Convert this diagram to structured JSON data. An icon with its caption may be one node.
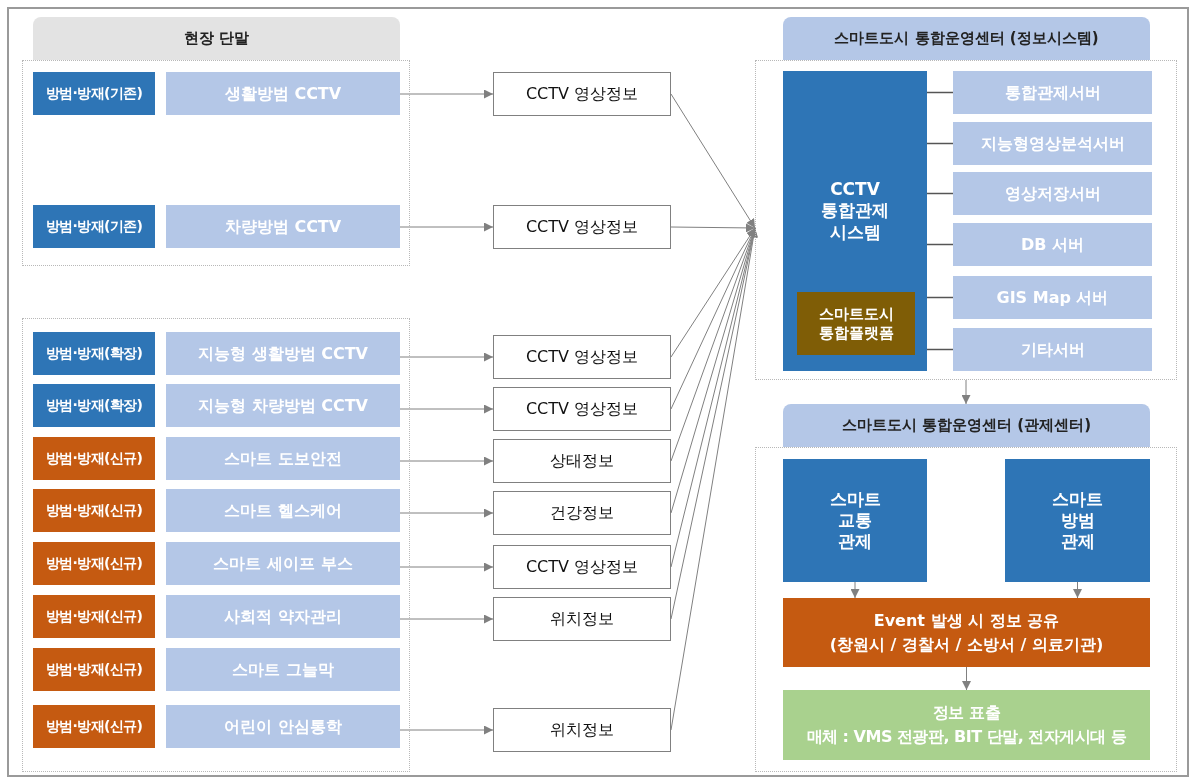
{
  "diagram": {
    "nodes": [
      {
        "text": [
          "현장 단말"
        ]
      },
      {
        "text": [
          "방범·방재(기존)"
        ],
        "in": 0
      },
      {
        "text": [
          "생활방범 CCTV"
        ],
        "in": 0
      },
      {
        "text": [
          "방범·방재(기존)"
        ],
        "in": 0
      },
      {
        "text": [
          "차량방범 CCTV"
        ],
        "in": 0
      },
      {
        "text": [],
        "shape": "box"
      },
      {
        "text": [
          "방범·방재(확장)"
        ],
        "in": 5
      },
      {
        "text": [
          "지능형 생활방범 CCTV"
        ],
        "in": 5
      },
      {
        "text": [
          "방범·방재(확장)"
        ],
        "in": 5
      },
      {
        "text": [
          "지능형 차량방범 CCTV"
        ],
        "in": 5
      },
      {
        "text": [
          "방범·방재(신규)"
        ],
        "in": 5
      },
      {
        "text": [
          "스마트 도보안전"
        ],
        "in": 5
      },
      {
        "text": [
          "방범·방재(신규)"
        ],
        "in": 5
      },
      {
        "text": [
          "스마트 헬스케어"
        ],
        "in": 5
      },
      {
        "text": [
          "방범·방재(신규)"
        ],
        "in": 5
      },
      {
        "text": [
          "스마트 세이프 부스"
        ],
        "in": 5
      },
      {
        "text": [
          "방범·방재(신규)"
        ],
        "in": 5
      },
      {
        "text": [
          "사회적 약자관리"
        ],
        "in": 5
      },
      {
        "text": [
          "방범·방재(신규)"
        ],
        "in": 5
      },
      {
        "text": [
          "스마트 그늘막"
        ],
        "in": 5
      },
      {
        "text": [
          "방범·방재(신규)"
        ],
        "in": 5
      },
      {
        "text": [
          "어린이 안심통학"
        ],
        "in": 5
      },
      {
        "text": [
          "CCTV 영상정보"
        ]
      },
      {
        "text": [
          "CCTV 영상정보"
        ]
      },
      {
        "text": [
          "CCTV 영상정보"
        ]
      },
      {
        "text": [
          "CCTV 영상정보"
        ]
      },
      {
        "text": [
          "상태정보"
        ]
      },
      {
        "text": [
          "건강정보"
        ]
      },
      {
        "text": [
          "CCTV 영상정보"
        ]
      },
      {
        "text": [
          "위치정보"
        ]
      },
      {
        "text": [
          "위치정보"
        ]
      },
      {
        "text": [
          "스마트도시 통합운영센터 (정보시스템)"
        ]
      },
      {
        "text": [
          "CCTV 통합관제 시스템"
        ],
        "in": 31
      },
      {
        "text": [
          "스마트도시 통합플랫폼"
        ],
        "in": 32
      },
      {
        "text": [
          "통합관제서버"
        ],
        "in": 31
      },
      {
        "text": [
          "지능형영상분석서버"
        ],
        "in": 31
      },
      {
        "text": [
          "영상저장서버"
        ],
        "in": 31
      },
      {
        "text": [
          "DB 서버"
        ],
        "in": 31
      },
      {
        "text": [
          "GIS Map 서버"
        ],
        "in": 31
      },
      {
        "text": [
          "기타서버"
        ],
        "in": 31
      },
      {
        "text": [
          "스마트도시 통합운영센터 (관제센터)"
        ]
      },
      {
        "text": [
          "스마트 교통 관제"
        ],
        "in": 40
      },
      {
        "text": [
          "스마트 방범 관제"
        ],
        "in": 40
      },
      {
        "text": [
          "Event 발생 시 정보 공유",
          "(창원시 / 경찰서 / 소방서 / 의료기관)"
        ],
        "in": 40
      },
      {
        "text": [
          "정보 표출",
          "매체 : VMS 전광판, BIT 단말, 전자게시대 등"
        ],
        "in": 40
      }
    ],
    "edges": [
      {
        "from": 2,
        "to": 22,
        "arrow": "to"
      },
      {
        "from": 4,
        "to": 23,
        "arrow": "to"
      },
      {
        "from": 7,
        "to": 24,
        "arrow": "to"
      },
      {
        "from": 9,
        "to": 25,
        "arrow": "to"
      },
      {
        "from": 11,
        "to": 26,
        "arrow": "to"
      },
      {
        "from": 13,
        "to": 27,
        "arrow": "to"
      },
      {
        "from": 15,
        "to": 28,
        "arrow": "to"
      },
      {
        "from": 17,
        "to": 29,
        "arrow": "to"
      },
      {
        "from": 21,
        "to": 30,
        "arrow": "to"
      },
      {
        "from": 22,
        "to": 31,
        "arrow": "to"
      },
      {
        "from": 23,
        "to": 31,
        "arrow": "to"
      },
      {
        "from": 24,
        "to": 31,
        "arrow": "to"
      },
      {
        "from": 25,
        "to": 31,
        "arrow": "to"
      },
      {
        "from": 26,
        "to": 31,
        "arrow": "to"
      },
      {
        "from": 27,
        "to": 31,
        "arrow": "to"
      },
      {
        "from": 28,
        "to": 31,
        "arrow": "to"
      },
      {
        "from": 29,
        "to": 31,
        "arrow": "to"
      },
      {
        "from": 30,
        "to": 31,
        "arrow": "to"
      },
      {
        "from": 32,
        "to": 34,
        "arrow": "none",
        "color": "#555555"
      },
      {
        "from": 32,
        "to": 35,
        "arrow": "none",
        "color": "#555555"
      },
      {
        "from": 32,
        "to": 36,
        "arrow": "none",
        "color": "#555555"
      },
      {
        "from": 32,
        "to": 37,
        "arrow": "none",
        "color": "#555555"
      },
      {
        "from": 32,
        "to": 38,
        "arrow": "none",
        "color": "#555555"
      },
      {
        "from": 32,
        "to": 39,
        "arrow": "none",
        "color": "#555555"
      },
      {
        "from": 31,
        "to": 40,
        "arrow": "to"
      },
      {
        "from": 41,
        "to": 43,
        "arrow": "to"
      },
      {
        "from": 42,
        "to": 43,
        "arrow": "to"
      },
      {
        "from": 43,
        "to": 44,
        "arrow": "to"
      }
    ]
  }
}
